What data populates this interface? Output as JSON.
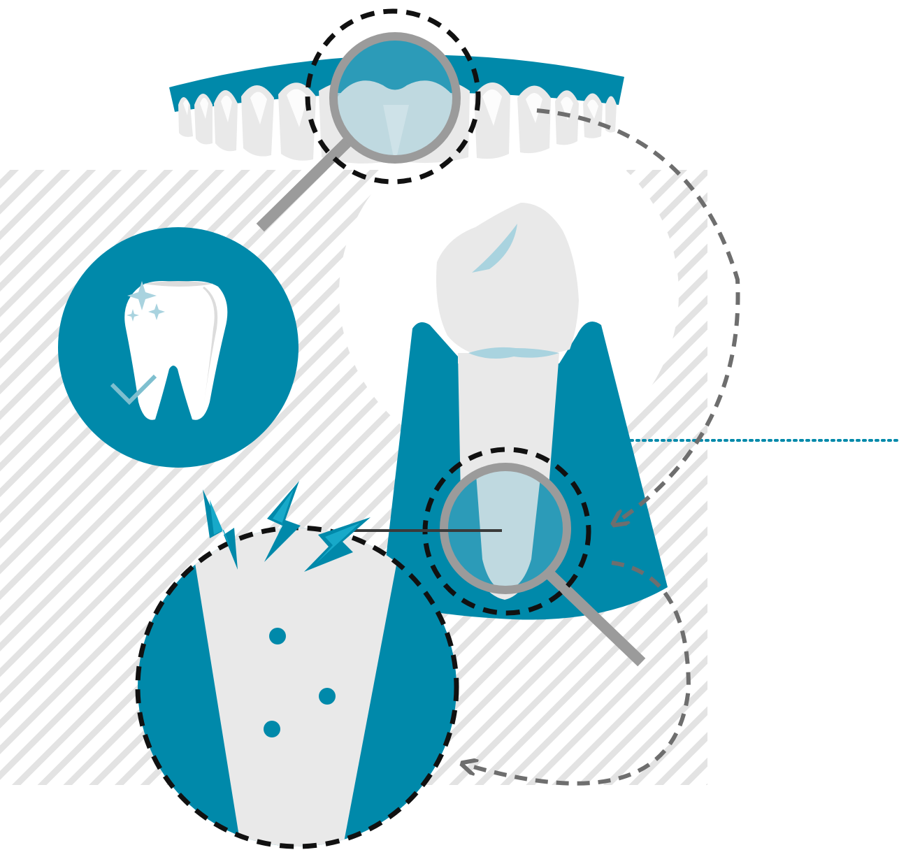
{
  "colors": {
    "teal": "#0089AA",
    "teal_dark": "#006F8C",
    "teal_bright": "#17A9C9",
    "tooth": "#E9E9E9",
    "tooth_shadow": "#D9D9D9",
    "lens_tint": "#9CCAD8",
    "highlight": "#A9D3DF",
    "dash": "#6E6E6E",
    "hatch": "#E3E3E3",
    "magnifier_rim": "#9B9B9B",
    "outline": "#111111",
    "dotted_line": "#0089AA"
  },
  "icons": [
    "upper-teeth-arch",
    "magnifier-icon",
    "healthy-tooth-icon",
    "sparkle-icon",
    "checkmark-icon",
    "tooth-in-gum",
    "lightning-bolt-icon",
    "dentin-tubules-zoom",
    "dashed-arrow-icon"
  ]
}
